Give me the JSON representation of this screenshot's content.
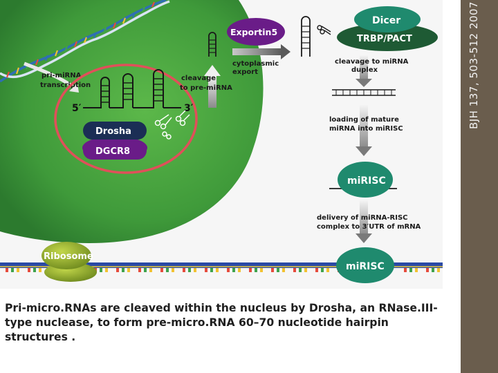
{
  "diagram": {
    "labels": {
      "pri_mirna_transcription": [
        "pri-miRNA",
        "transcription"
      ],
      "five_prime": "5′",
      "three_prime": "3′",
      "cleavage_to_pre_mirna": [
        "cleavage",
        "to pre-miRNA"
      ],
      "drosha": "Drosha",
      "dgcr8": "DGCR8",
      "exportin5": "Exportin5",
      "cytoplasmic_export": [
        "cytoplasmic",
        "export"
      ],
      "dicer": "Dicer",
      "trbp_pact": "TRBP/PACT",
      "cleavage_to_mirna_duplex": [
        "cleavage to miRNA",
        "duplex"
      ],
      "loading_of_mature": [
        "loading of mature",
        "miRNA into miRISC"
      ],
      "mirisc_top": "miRISC",
      "delivery": [
        "delivery of miRNA-RISC",
        "complex to 3′UTR of mRNA"
      ],
      "mirisc_bottom": "miRISC",
      "ribosome": "Ribosome"
    },
    "colors": {
      "nucleus": "#3f9a3a",
      "purple": "#6a1c88",
      "navy": "#1b2e55",
      "dark_green": "#1e5a34",
      "teal": "#1f8a6e",
      "red_ring": "#e0505a",
      "ribosome": "#8aa52c"
    }
  },
  "citation": "BJH 137, 503-512  2007",
  "caption": "Pri-micro.RNAs are cleaved within the nucleus by Drosha, an RNase.III-type nuclease, to form pre-micro.RNA 60–70 nucleotide hairpin structures ."
}
